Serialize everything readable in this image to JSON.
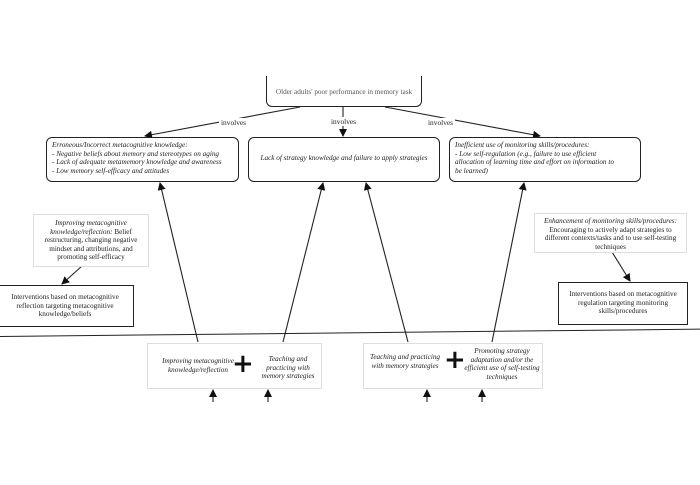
{
  "top_box": "Older adults' poor performance in memory task",
  "involves": [
    "involves",
    "involves",
    "involves"
  ],
  "box_left": {
    "title": "Erroneous/Incorrect metacognitive knowledge:",
    "lines": [
      "- Negative beliefs about memory and stereotypes on aging",
      "- Lack of adequate metamemory knowledge and awareness",
      "- Low memory self-efficacy and attitudes"
    ]
  },
  "box_mid": "Lack of strategy knowledge and failure to apply strategies",
  "box_right": {
    "title": "Inefficient use of monitoring skills/procedures:",
    "lines": [
      "- Low self-regulation (e.g., failure to use efficient",
      "allocation of learning time and effort on information to",
      "be learned)"
    ]
  },
  "note_left": {
    "italic": "Improving metacognitive knowledge/reflection:",
    "rest": " Belief restructuring, changing negative mindset and attributions, and promoting self-efficacy"
  },
  "note_right": {
    "italic": "Enhancement of monitoring skills/procedures:",
    "rest": " Encouraging to actively adapt strategies to different contexts/tasks and to use self-testing techniques"
  },
  "interv_left": "Interventions based on metacognitive reflection targeting metacognitive knowledge/beliefs",
  "interv_right": "Interventions based on metacognitive regulation targeting monitoring skills/procedures",
  "bottom_left": {
    "a": "Improving metacognitive knowledge/reflection",
    "b": "Teaching and practicing with memory strategies",
    "plus": "+"
  },
  "bottom_right": {
    "a": "Teaching and practicing with memory strategies",
    "b": "Promoting strategy adaptation and/or the efficient use of self-testing techniques",
    "plus": "+"
  }
}
